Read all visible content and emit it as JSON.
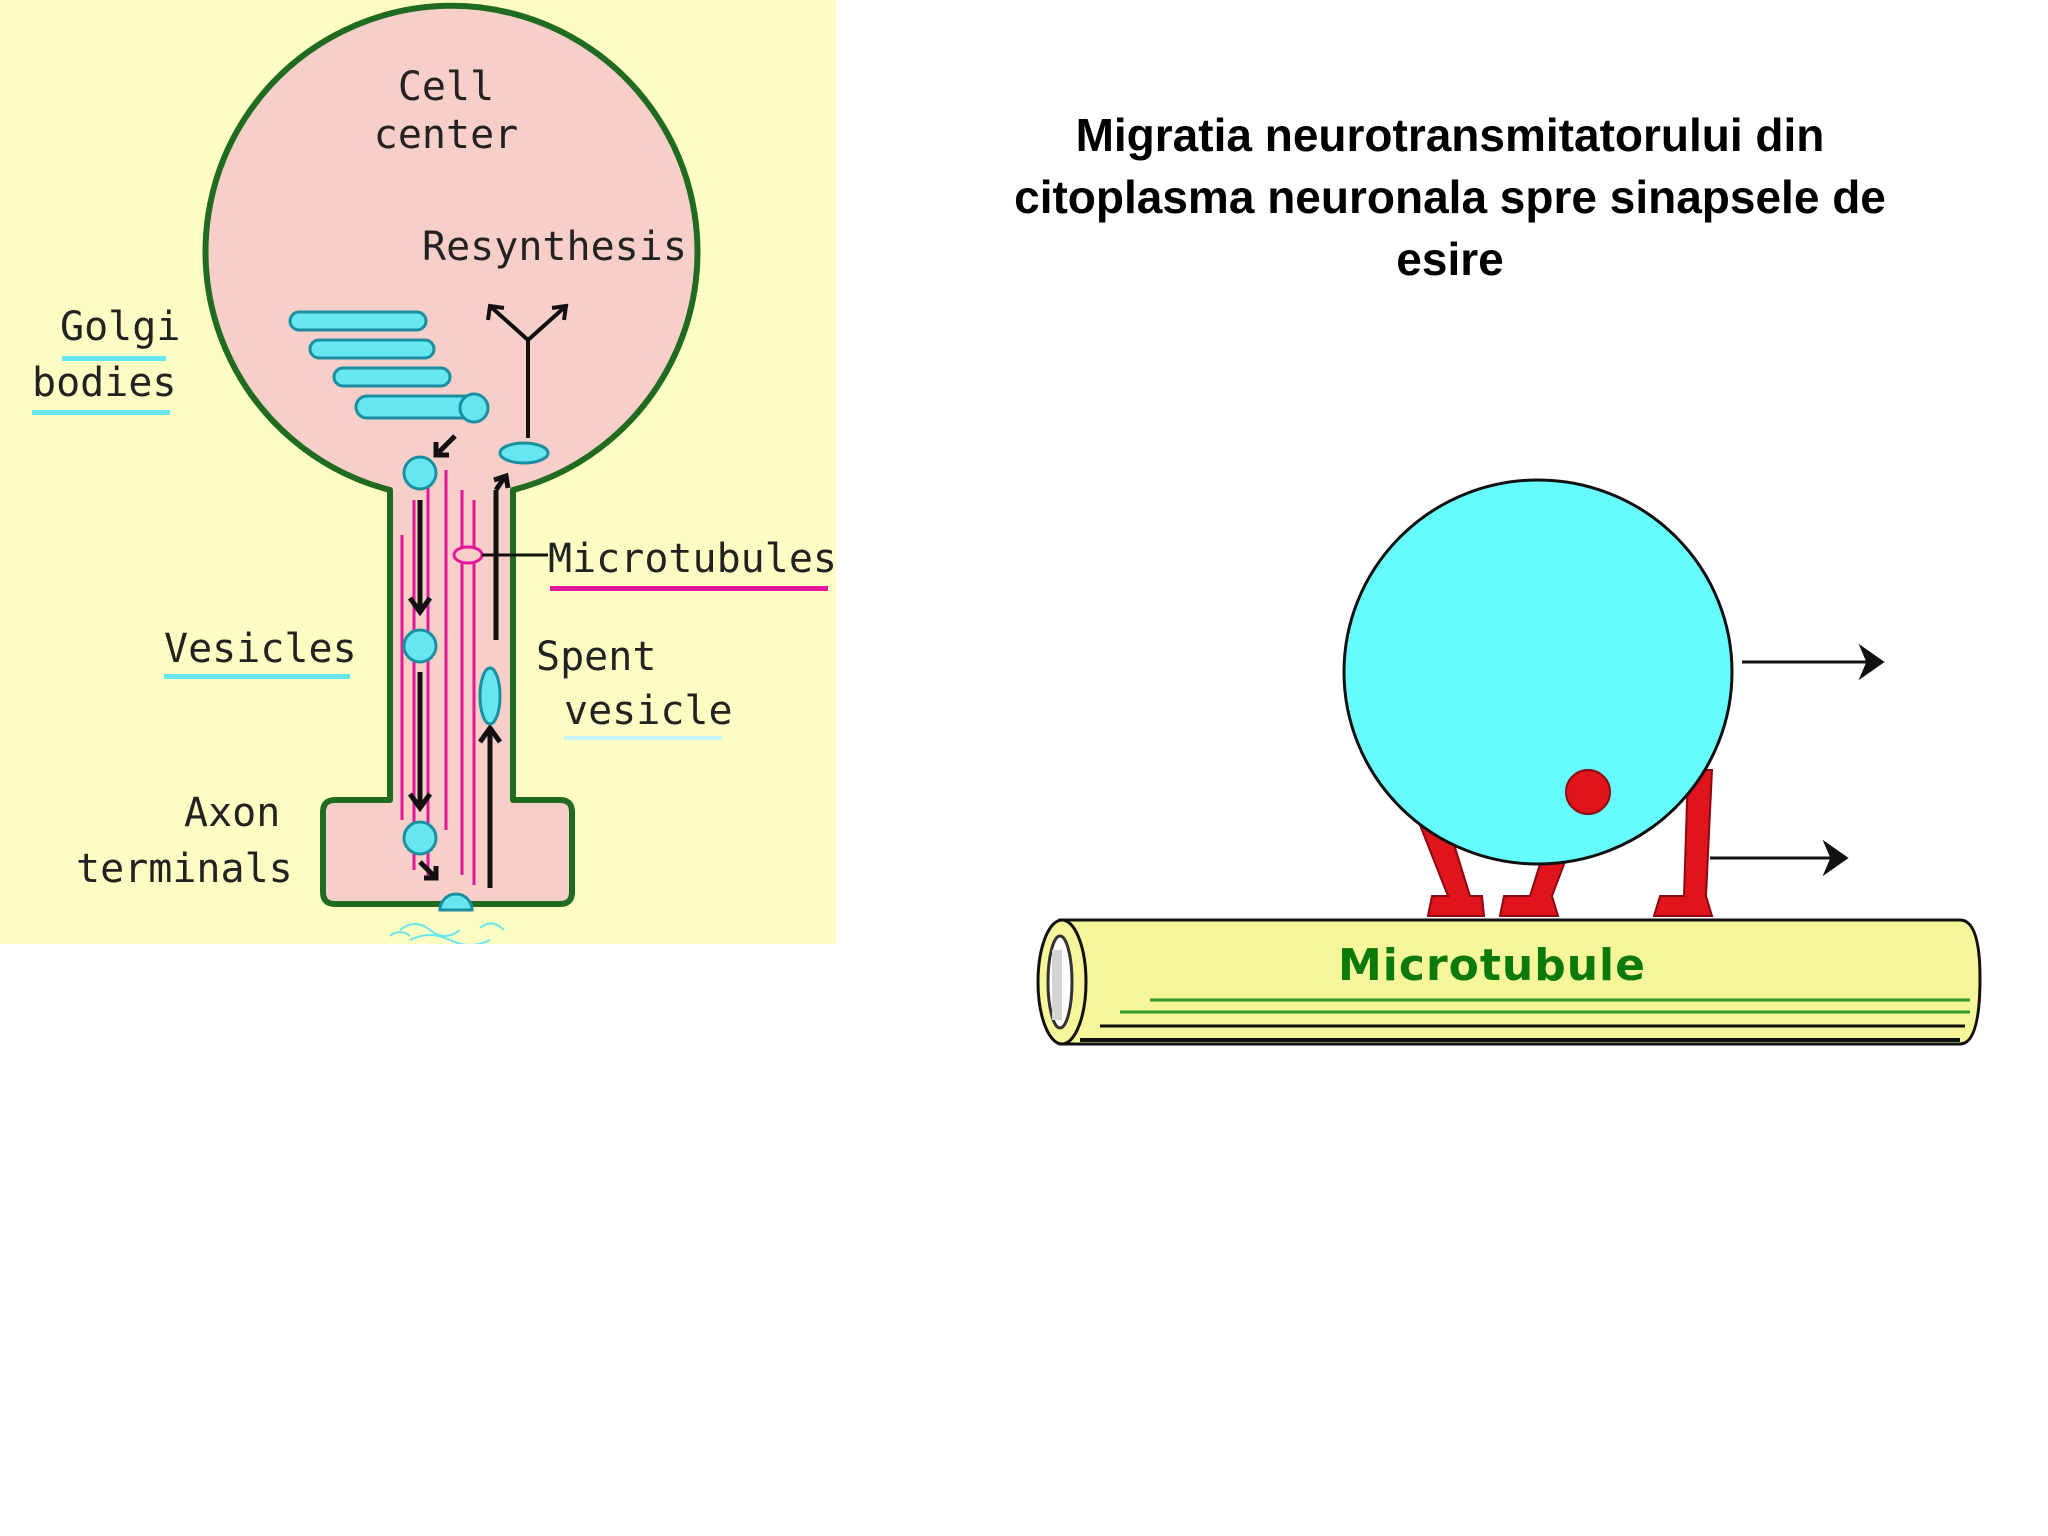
{
  "slide": {
    "title": "Migratia neurotransmitatorului din citoplasma neuronala spre sinapsele de esire"
  },
  "left_diagram": {
    "labels": {
      "cell_center_line1": "Cell",
      "cell_center_line2": "center",
      "resynthesis": "Resynthesis",
      "golgi_line1": "Golgi",
      "golgi_line2": "bodies",
      "microtubules": "Microtubules",
      "vesicles": "Vesicles",
      "spent_line1": "Spent",
      "spent_line2": "vesicle",
      "axon_line1": "Axon",
      "axon_line2": "terminals"
    },
    "colors": {
      "background": "#fdfdc3",
      "cell_fill": "#f8cfc8",
      "cell_outline": "#1f6b1f",
      "vesicle": "#66e6f0",
      "microtubule_lines": "#e2189c",
      "label_underline_cyan": "#66e6f0",
      "label_underline_magenta": "#e2189c"
    }
  },
  "right_diagram": {
    "microtubule_label": "Microtubule",
    "colors": {
      "vesicle": "#66fbff",
      "motor_legs": "#e0141c",
      "microtubule_fill": "#f5f59a",
      "microtubule_label": "#0b7a0b"
    }
  }
}
